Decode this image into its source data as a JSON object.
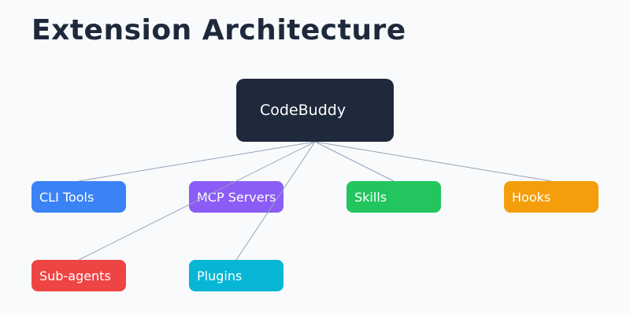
{
  "title": "Extension Architecture",
  "root": {
    "label": "CodeBuddy",
    "color": "#1e293b"
  },
  "nodes": [
    {
      "id": "cli-tools",
      "label": "CLI Tools",
      "color": "#3b82f6"
    },
    {
      "id": "mcp-servers",
      "label": "MCP Servers",
      "color": "#8b5cf6"
    },
    {
      "id": "skills",
      "label": "Skills",
      "color": "#22c55e"
    },
    {
      "id": "hooks",
      "label": "Hooks",
      "color": "#f59e0b"
    },
    {
      "id": "sub-agents",
      "label": "Sub-agents",
      "color": "#ef4444"
    },
    {
      "id": "plugins",
      "label": "Plugins",
      "color": "#06b6d4"
    }
  ],
  "edges": [
    {
      "from": "root",
      "to": "cli-tools"
    },
    {
      "from": "root",
      "to": "mcp-servers"
    },
    {
      "from": "root",
      "to": "skills"
    },
    {
      "from": "root",
      "to": "hooks"
    },
    {
      "from": "root",
      "to": "sub-agents"
    },
    {
      "from": "root",
      "to": "plugins"
    }
  ],
  "colors": {
    "background": "#f8fafc",
    "title": "#1e293b",
    "edge": "#94a3b8"
  }
}
